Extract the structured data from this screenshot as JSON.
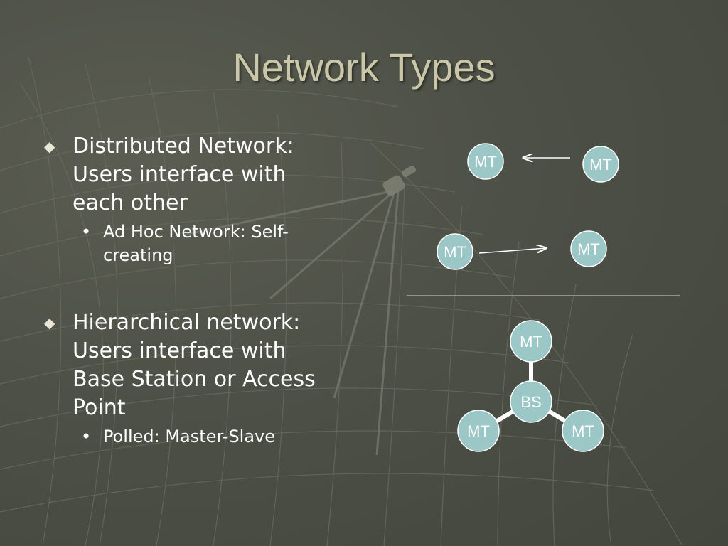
{
  "title": "Network Types",
  "bullets": [
    {
      "text_lines": [
        "Distributed Network:",
        "Users interface with",
        "each other"
      ],
      "sub": {
        "text_lines": [
          "Ad Hoc Network: Self-",
          "creating"
        ]
      }
    },
    {
      "text_lines": [
        "Hierarchical network:",
        "Users interface with",
        "Base Station or Access",
        "Point"
      ],
      "sub": {
        "text_lines": [
          "Polled: Master-Slave"
        ]
      }
    }
  ],
  "diagram": {
    "node_labels": {
      "mt": "MT",
      "bs": "BS"
    }
  },
  "colors": {
    "title": "#c9c7a8",
    "node_fill": "#9cc7c7",
    "node_stroke": "#ffffff",
    "text": "#ffffff"
  },
  "icons": {
    "level1": "diamond-bullet-icon",
    "level2": "dot-bullet-icon"
  }
}
